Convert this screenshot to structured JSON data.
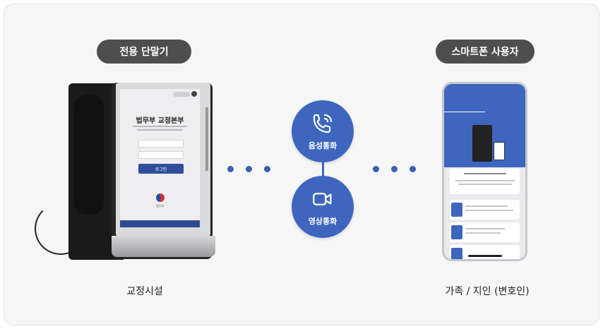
{
  "left_column": {
    "header": "전용 단말기",
    "caption": "교정시설",
    "kiosk_screen": {
      "title": "법무부 교정본부",
      "login_label": "로그인",
      "emblem_label": "법무부"
    }
  },
  "right_column": {
    "header": "스마트폰 사용자",
    "caption": "가족 / 지인 (변호인)"
  },
  "center": {
    "voice_label": "음성통화",
    "video_label": "영상통화"
  },
  "colors": {
    "accent_blue": "#3e66be",
    "pill_gray": "#4e4e4e",
    "dot_blue": "#3a5fb0"
  }
}
